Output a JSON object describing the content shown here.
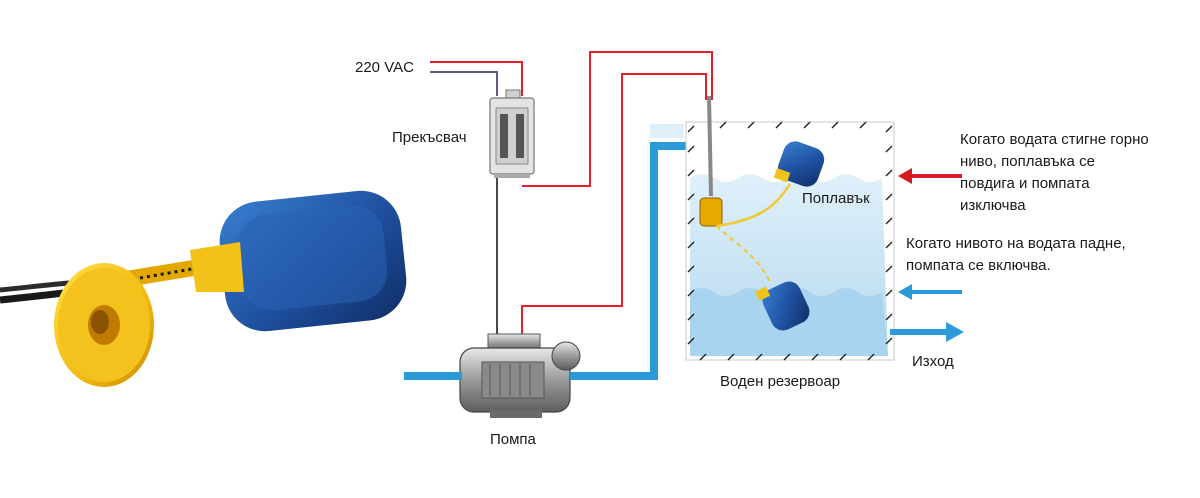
{
  "labels": {
    "supply": "220 VAC",
    "switch": "Прекъсвач",
    "pump": "Помпа",
    "tank": "Воден резервоар",
    "float": "Поплавък",
    "outlet": "Изход"
  },
  "notes": {
    "high_level": [
      "Когато водата стигне горно",
      "ниво, поплавъка се",
      "повдига и помпата",
      "изключва"
    ],
    "low_level": [
      "Когато нивото на водата падне,",
      "помпата се включва."
    ]
  },
  "colors": {
    "wire_live": "#e0202a",
    "wire_neutral": "#5a5f8a",
    "water_pipe": "#2a9ad8",
    "water": "#cfe8f6",
    "float_body": "#1f5fae",
    "float_cap": "#f2c21a",
    "arrow_red": "#d41c24",
    "arrow_blue": "#2a9ad8"
  }
}
